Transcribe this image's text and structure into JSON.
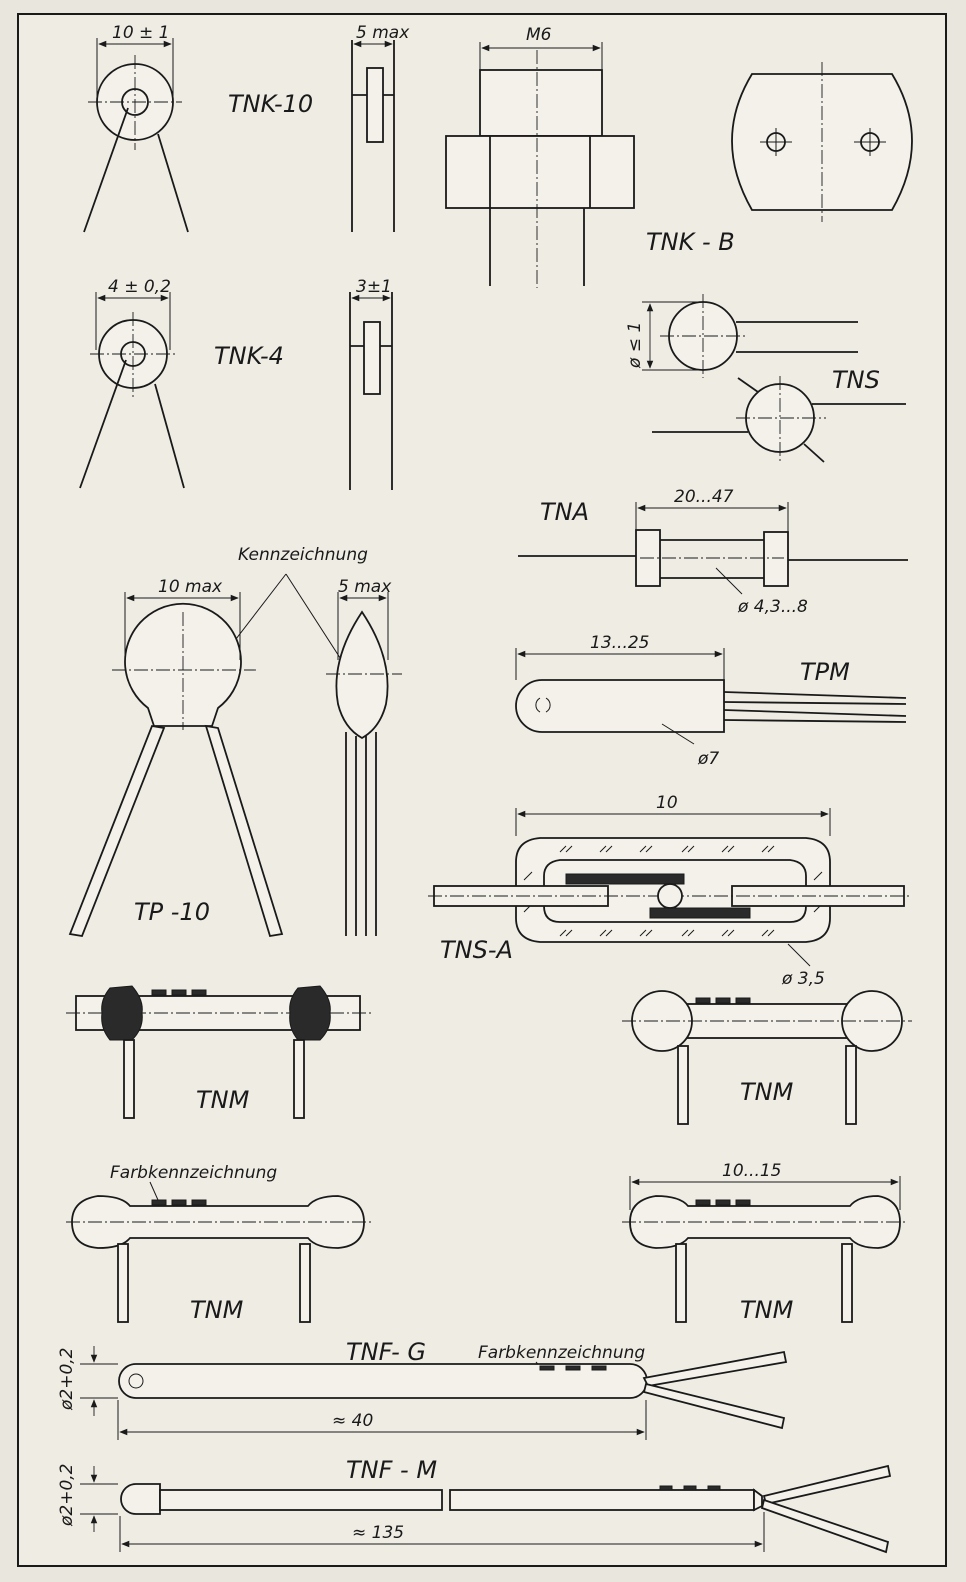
{
  "labels": {
    "tnk10": "TNK-10",
    "tnk4": "TNK-4",
    "tnkb": "TNK - B",
    "tns": "TNS",
    "tna": "TNA",
    "tpm": "TPM",
    "tp10": "TP -10",
    "tnsa": "TNS-A",
    "tnm1": "TNM",
    "tnm2": "TNM",
    "tnm3": "TNM",
    "tnm4": "TNM",
    "tnfg": "TNF- G",
    "tnfm": "TNF - M",
    "kenn": "Kennzeichnung",
    "farb1": "Farbkennzeichnung",
    "farb2": "Farbkennzeichnung"
  },
  "dims": {
    "tnk10_width": "10 ± 1",
    "tnk10_thick": "5 max",
    "tnkb_thread": "M6",
    "tnk4_width": "4 ± 0,2",
    "tnk4_thick": "3±1",
    "tns_dia": "ø ≤ 1",
    "tna_length": "20...47",
    "tna_dia": "ø 4,3...8",
    "tpm_length": "13...25",
    "tpm_dia": "ø7",
    "tp10_width": "10 max",
    "tp10_thick": "5 max",
    "tnsa_length": "10",
    "tnsa_dia": "ø 3,5",
    "tnm_length": "10...15",
    "tnfg_dia": "ø2+0,2",
    "tnfg_length": "≈ 40",
    "tnfm_dia": "ø2+0,2",
    "tnfm_length": "≈ 135"
  }
}
